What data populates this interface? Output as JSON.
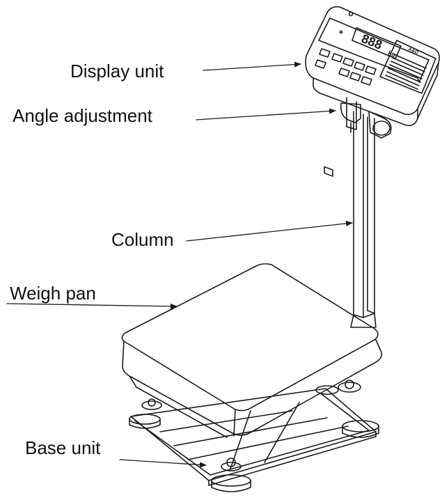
{
  "labels": {
    "display_unit": "Display unit",
    "angle_adjustment": "Angle adjustment",
    "column": "Column",
    "weigh_pan": "Weigh pan",
    "base_unit": "Base unit"
  },
  "display": {
    "readout": "888",
    "unit": "kg",
    "brand": "A&D"
  },
  "colors": {
    "line": "#1a1a1a",
    "background": "#ffffff"
  }
}
